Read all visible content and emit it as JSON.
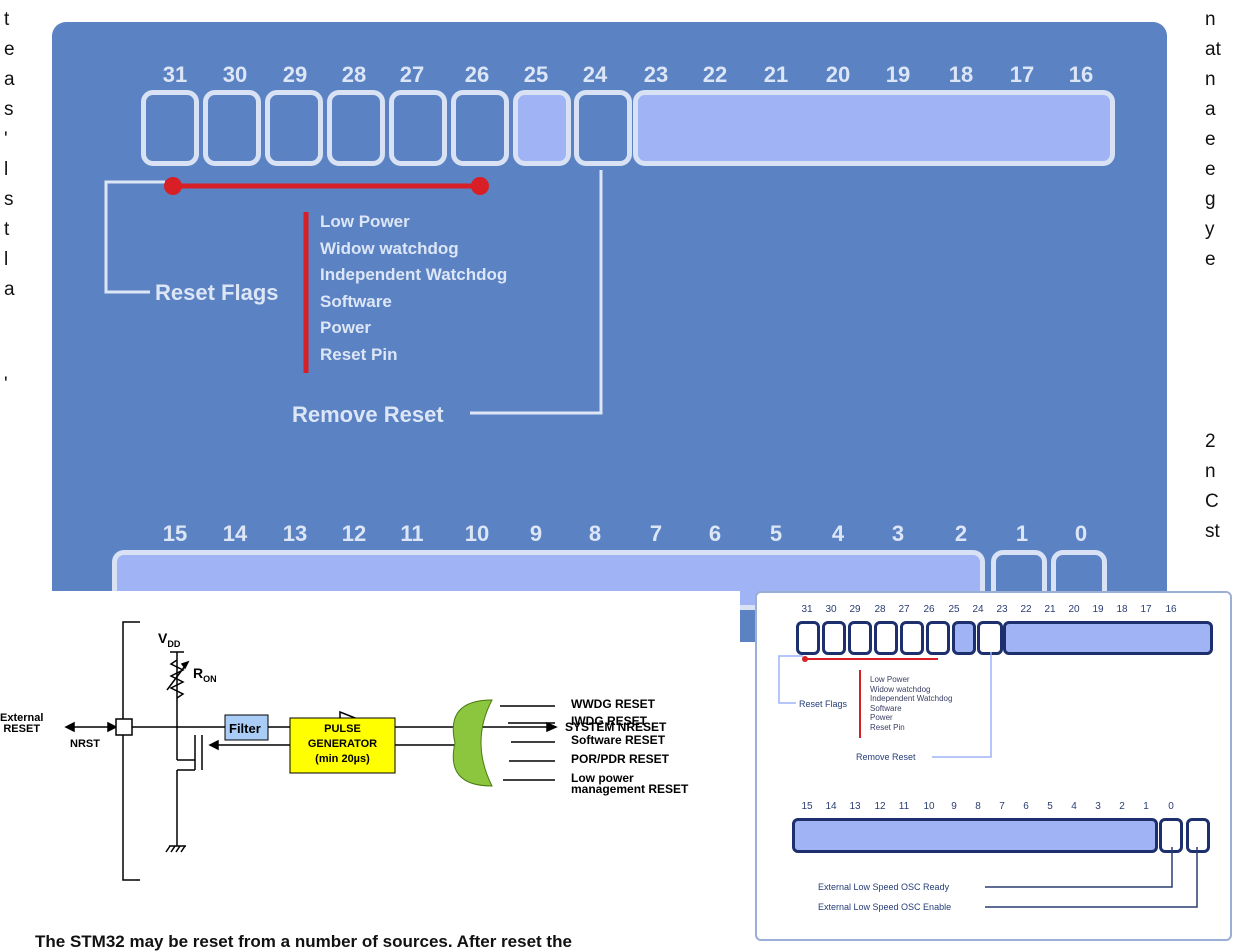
{
  "stray_right": [
    "n",
    "at",
    "n",
    "a",
    "e",
    "e",
    "g",
    "y",
    "e"
  ],
  "stray_right_lower": [
    "2",
    "n",
    "C",
    "st"
  ],
  "stray_left": [
    "t",
    "e",
    "a",
    "s",
    "'",
    "l",
    "s",
    "t",
    "l",
    "a"
  ],
  "upper_bits": [
    "31",
    "30",
    "29",
    "28",
    "27",
    "26",
    "25",
    "24",
    "23",
    "22",
    "21",
    "20",
    "19",
    "18",
    "17",
    "16"
  ],
  "lower_bits": [
    "15",
    "14",
    "13",
    "12",
    "11",
    "10",
    "9",
    "8",
    "7",
    "6",
    "5",
    "4",
    "3",
    "2",
    "1",
    "0"
  ],
  "reset_flags_label": "Reset Flags",
  "flags": [
    "Low Power",
    "Widow watchdog",
    "Independent Watchdog",
    "Software",
    "Power",
    "Reset Pin"
  ],
  "remove_reset_label": "Remove Reset",
  "circuit": {
    "vdd": "V",
    "vdd_sub": "DD",
    "ron": "R",
    "ron_sub": "ON",
    "external_reset": "External\nRESET",
    "nrst": "NRST",
    "filter": "Filter",
    "system_nreset": "SYSTEM NRESET",
    "pulse_generator": "PULSE\nGENERATOR\n(min 20µs)",
    "inputs": [
      "WWDG RESET",
      "IWDG RESET",
      "Software RESET",
      "POR/PDR RESET",
      "Low power\nmanagement RESET"
    ]
  },
  "caption": "The STM32 may be reset from a number of sources. After reset the",
  "small_diagram": {
    "osc_ready": "External Low Speed OSC Ready",
    "osc_enable": "External Low Speed OSC Enable"
  },
  "colors": {
    "panel": "#5b82c3",
    "bit_fill": "#9fb3f5",
    "flag_line": "#d81f26",
    "filter": "#a9cdf7",
    "pulse": "#ffff00",
    "or_gate": "#8cc63f"
  }
}
